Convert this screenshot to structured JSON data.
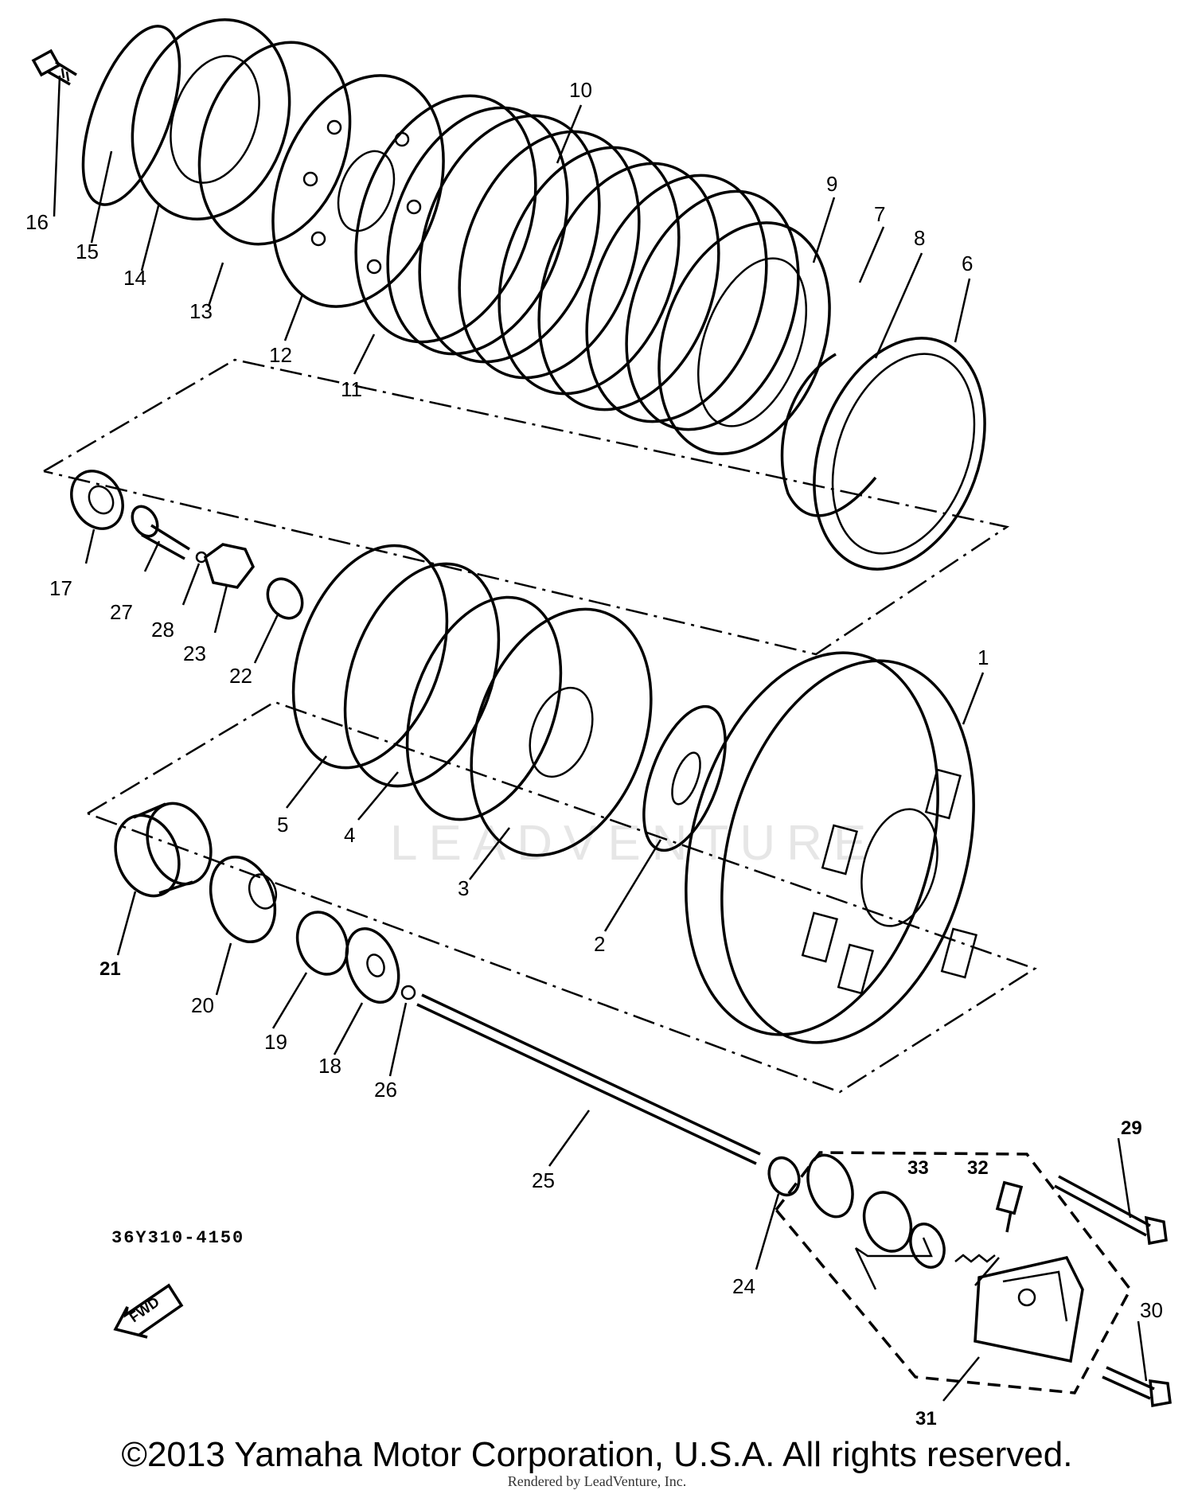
{
  "diagram": {
    "code": "36Y310-4150",
    "fwd_label": "FWD",
    "watermark": "LEADVENTURE",
    "copyright": "©2013 Yamaha Motor Corporation, U.S.A. All rights reserved.",
    "rendered_by": "Rendered by LeadVenture, Inc."
  },
  "callouts": [
    "1",
    "2",
    "3",
    "4",
    "5",
    "6",
    "7",
    "8",
    "9",
    "10",
    "11",
    "12",
    "13",
    "14",
    "15",
    "16",
    "17",
    "18",
    "19",
    "20",
    "21",
    "22",
    "23",
    "24",
    "25",
    "26",
    "27",
    "28",
    "29",
    "30",
    "31",
    "32",
    "33"
  ],
  "bold_callouts": [
    "21",
    "29",
    "31",
    "32",
    "33"
  ]
}
